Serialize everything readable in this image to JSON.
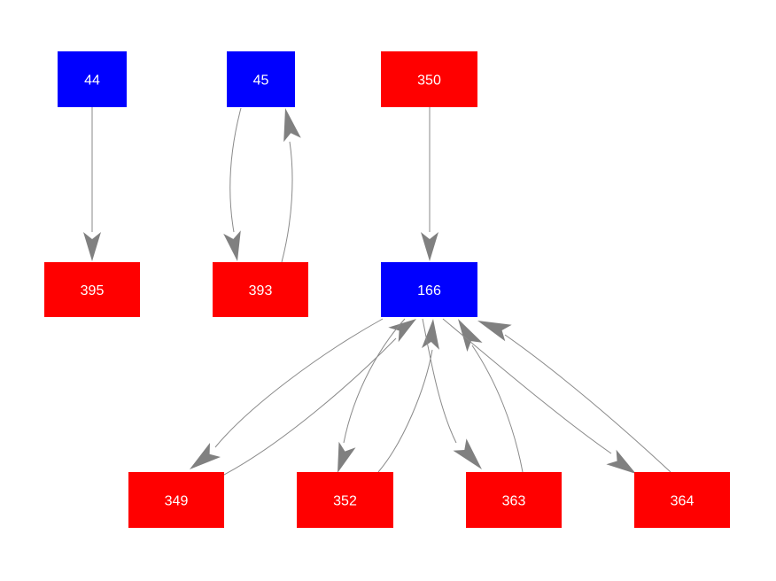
{
  "colors": {
    "blue_node": "#0000ff",
    "red_node": "#ff0000",
    "edge": "#8a8a8a",
    "arrowhead": "#808080",
    "label": "#ffffff",
    "background": "#ffffff"
  },
  "nodes": [
    {
      "id": "n44",
      "label": "44",
      "color": "blue"
    },
    {
      "id": "n45",
      "label": "45",
      "color": "blue"
    },
    {
      "id": "n350",
      "label": "350",
      "color": "red"
    },
    {
      "id": "n395",
      "label": "395",
      "color": "red"
    },
    {
      "id": "n393",
      "label": "393",
      "color": "red"
    },
    {
      "id": "n166",
      "label": "166",
      "color": "blue"
    },
    {
      "id": "n349",
      "label": "349",
      "color": "red"
    },
    {
      "id": "n352",
      "label": "352",
      "color": "red"
    },
    {
      "id": "n363",
      "label": "363",
      "color": "red"
    },
    {
      "id": "n364",
      "label": "364",
      "color": "red"
    }
  ],
  "edges": [
    {
      "from": "44",
      "to": "395"
    },
    {
      "from": "45",
      "to": "393"
    },
    {
      "from": "393",
      "to": "45"
    },
    {
      "from": "350",
      "to": "166"
    },
    {
      "from": "166",
      "to": "349"
    },
    {
      "from": "349",
      "to": "166"
    },
    {
      "from": "166",
      "to": "352"
    },
    {
      "from": "352",
      "to": "166"
    },
    {
      "from": "166",
      "to": "363"
    },
    {
      "from": "363",
      "to": "166"
    },
    {
      "from": "166",
      "to": "364"
    },
    {
      "from": "364",
      "to": "166"
    }
  ]
}
